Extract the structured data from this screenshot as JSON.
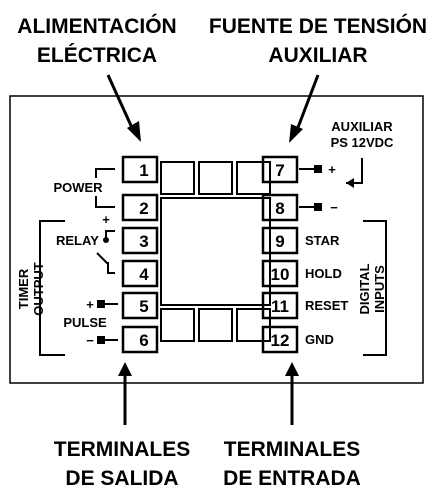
{
  "top_labels": {
    "power_supply": [
      "ALIMENTACIÓN",
      "ELÉCTRICA"
    ],
    "aux_source": [
      "FUENTE DE TENSIÓN",
      "AUXILIAR"
    ]
  },
  "bottom_labels": {
    "outputs": [
      "TERMINALES",
      "DE SALIDA"
    ],
    "inputs": [
      "TERMINALES",
      "DE ENTRADA"
    ]
  },
  "left_terminals": [
    "1",
    "2",
    "3",
    "4",
    "5",
    "6"
  ],
  "right_terminals": [
    "7",
    "8",
    "9",
    "10",
    "11",
    "12"
  ],
  "left_annotations": {
    "power": "POWER",
    "relay": "RELAY",
    "pulse": "PULSE",
    "timer_output": [
      "TIMER",
      "OUTPUT"
    ],
    "plus": "+",
    "minus": "−"
  },
  "right_annotations": {
    "aux_line1": "AUXILIAR",
    "aux_line2": "PS 12VDC",
    "star": "STAR",
    "hold": "HOLD",
    "reset": "RESET",
    "gnd": "GND",
    "digital_inputs": [
      "DIGITAL",
      "INPUTS"
    ],
    "plus": "+",
    "minus": "−"
  }
}
